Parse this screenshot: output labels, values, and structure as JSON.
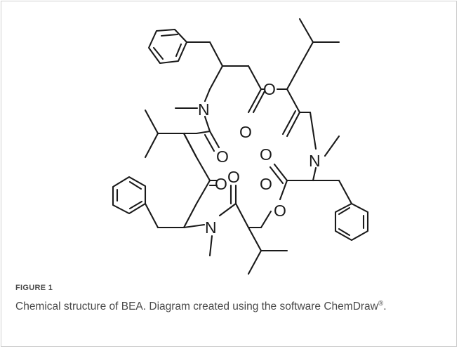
{
  "figure": {
    "label": "FIGURE 1",
    "caption_main": "Chemical structure of BEA. Diagram created using the software ChemDraw",
    "caption_mark": "®",
    "caption_end": "."
  },
  "atoms": {
    "n_top": "N",
    "n_right": "N",
    "n_bottom": "N",
    "o_ring_top": "O",
    "o_ring_bottom": "O",
    "o_carbonyl_top_ester": "O",
    "o_carbonyl_amide_right": "O",
    "o_carbonyl_amide_left": "O",
    "o_ketone": "O",
    "o_carbonyl_ester_right": "O",
    "o_carbonyl_amide_bottom": "O"
  }
}
